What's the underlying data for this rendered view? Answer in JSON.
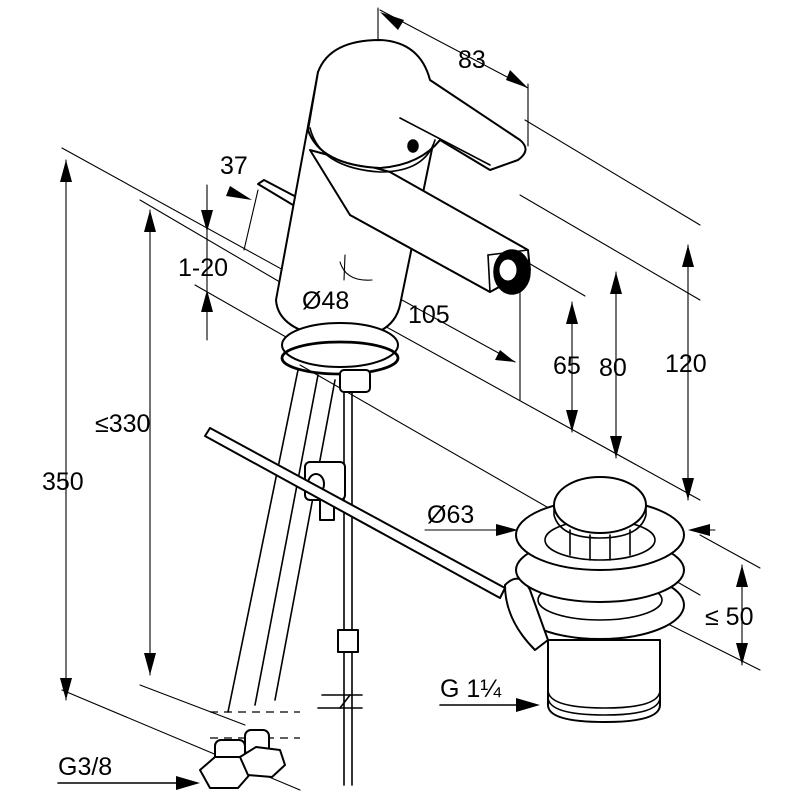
{
  "drawing": {
    "title": "Bidet mixer with pop-up waste – dimension drawing",
    "colors": {
      "line": "#000000",
      "background": "#ffffff"
    },
    "dimensions": {
      "handle_length": "83",
      "tail_pin": "37",
      "deck_thickness": "1-20",
      "body_diameter": "Ø48",
      "spout_reach": "105",
      "spout_height": "65",
      "spout_top_height": "80",
      "lever_height": "120",
      "hose_length": "≤330",
      "total_height": "350",
      "waste_diameter": "Ø63",
      "waste_height": "≤ 50",
      "waste_thread": "G 1¼",
      "supply_thread": "G3/8"
    }
  }
}
